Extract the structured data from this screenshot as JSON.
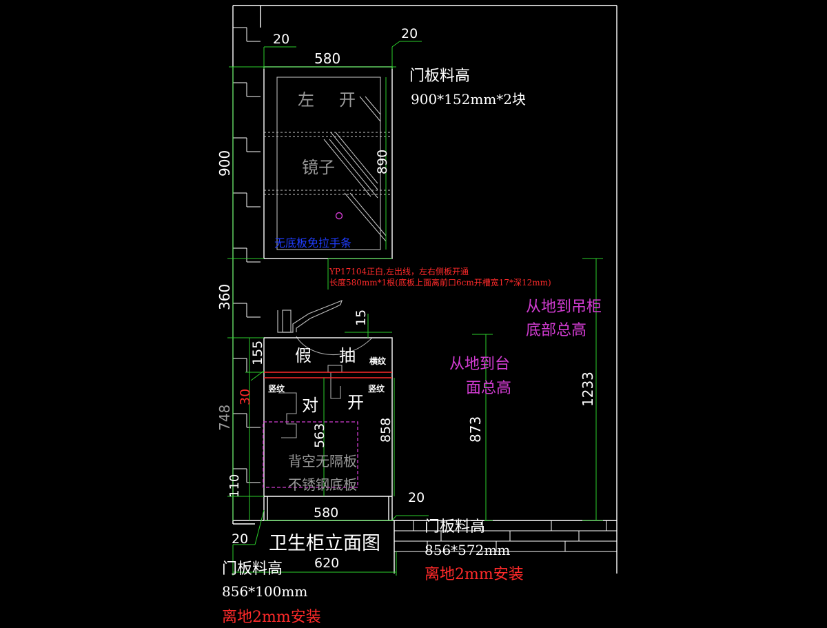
{
  "title": "卫生柜立面图",
  "colors": {
    "background": "#000000",
    "line_white": "#ffffff",
    "dimension_green": "#2bd12b",
    "magenta": "#d23cd2",
    "red": "#ff2a2a",
    "blue": "#1f3cff",
    "gray_text": "#9a9a9a"
  },
  "dimensions": {
    "top_gap_left": "20",
    "top_gap_right": "20",
    "mirror_width": "580",
    "mirror_height": "900",
    "mirror_inner": "890",
    "gap_height": "360",
    "faucet_gap": "15",
    "drawer_height": "155",
    "red_offset": "30",
    "base_total": "748",
    "door_height": "563",
    "door_inner": "858",
    "plinth": "110",
    "bottom_gap_right": "20",
    "base_width": "580",
    "bottom_gap_left": "20",
    "total_width": "620",
    "counter_total": "873",
    "hanging_total": "1233"
  },
  "labels": {
    "mirror_open_left": "左",
    "mirror_open_right": "开",
    "mirror_name": "镜子",
    "mirror_note": "无底板免拉手条",
    "drawer_left": "假",
    "drawer_right": "抽",
    "horizontal_grain": "横纹",
    "vertical_grain_left": "竖纹",
    "vertical_grain_right": "竖纹",
    "double_door_left": "对",
    "double_door_right": "开",
    "back_note_1": "背空无隔板",
    "back_note_2": "不锈钢底板",
    "red_note_1": "YP17104正白,左出线，左右侧板开通",
    "red_note_2": "长度580mm*1根(底板上面离前口6cm开槽宽17*深12mm)",
    "hang_to_floor_1": "从地到吊柜",
    "hang_to_floor_2": "底部总高",
    "counter_to_floor_1": "从地到台",
    "counter_to_floor_2": "面总高"
  },
  "notes": {
    "top_door_title": "门板料高",
    "top_door_size": "900*152mm*2块",
    "mid_door_title": "门板料高",
    "mid_door_size": "856*572mm",
    "mid_door_install": "离地2mm安装",
    "bottom_door_title": "门板料高",
    "bottom_door_size": "856*100mm",
    "bottom_door_install": "离地2mm安装"
  }
}
